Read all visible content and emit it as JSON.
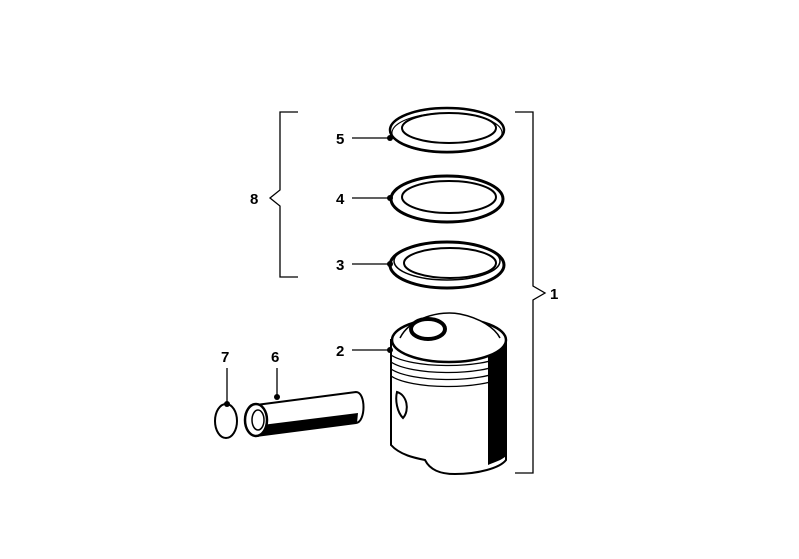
{
  "diagram": {
    "callouts": {
      "c1": "1",
      "c2": "2",
      "c3": "3",
      "c4": "4",
      "c5": "5",
      "c6": "6",
      "c7": "7",
      "c8": "8"
    },
    "parts": [
      "piston-assembly",
      "piston",
      "piston-ring-3",
      "piston-ring-2",
      "piston-ring-1",
      "piston-pin",
      "circlip",
      "ring-set"
    ]
  }
}
